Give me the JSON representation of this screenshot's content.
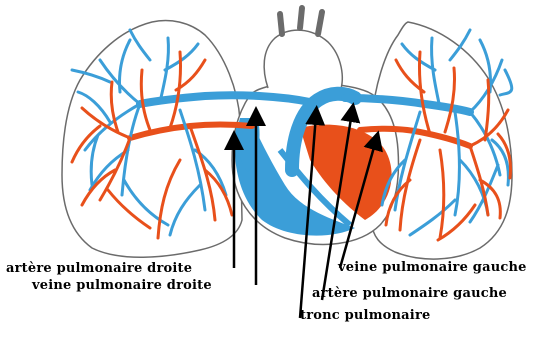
{
  "labels": {
    "artere_pulmonaire_droite": "artère pulmonaire droite",
    "veine_pulmonaire_droite": "veine pulmonaire droite",
    "veine_pulmonaire_gauche": "veine pulmonaire gauche",
    "artere_pulmonaire_gauche": "artère pulmonaire gauche",
    "tronc_pulmonaire": "tronc pulmonaire"
  },
  "colors": {
    "artery": "#e8501b",
    "vein": "#3b9ed8",
    "outline": "#6b6b6b",
    "label": "#000000"
  }
}
